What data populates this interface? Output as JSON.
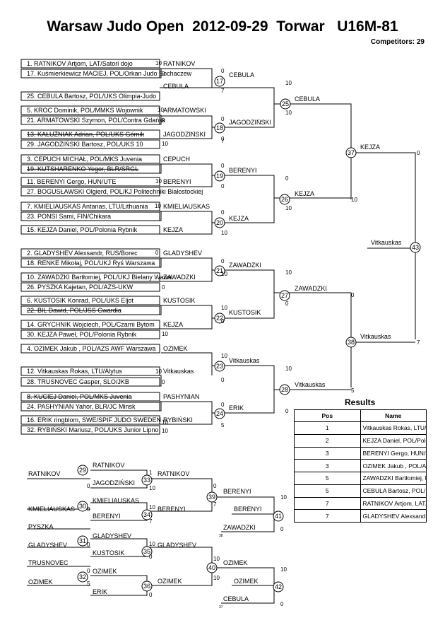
{
  "header": {
    "title": "Warsaw Judo Open  2012-09-29  Torwar   U16M-81",
    "competitors": "Competitors: 29"
  },
  "entries": [
    "1. RATNIKOV Artjom, LAT/Satori dojo",
    "17. Kuśmierkiewicz MACIEJ, POL/Orkan Judo Sochaczew",
    "25. CEBULA Bartosz, POL/UKS Olimpia-Judo",
    "5. KROC Dominik, POL/MMKS Wojownik",
    "21. ARMATOWSKI  Szymon, POL/Contra Gdańsk",
    "13. KAŁUŻNIAK Adrian, POL/UKS Górnik",
    "29. JAGODZIŃSKI Bartosz, POL/UKS 10",
    "3. CEPUCH MICHAŁ, POL/MKS Juvenia",
    "19. KUTSHARENKO Yegor, BLR/SRGL",
    "11. BERENYI  Gergo, HUN/UTE",
    "27. BOGUSŁAWSKI Olgierd, POL/KJ Politechniki Białostockiej",
    "7. KMIELIAUSKAS Antanas, LTU/Lithuania",
    "23. PONSI Sami, FIN/Chikara",
    "15. KEJZA Daniel, POL/Polonia Rybnik",
    "2. GLADYSHEV Alexsandr, RUS/Borec",
    "18. RENKE Mikołaj, POL/UKJ Ryś Warszawa",
    "10. ZAWADZKI Bartłomiej, POL/UKJ Bielany Wawa",
    "26. PYSZKA Kajetan, POL/AZS-UKW",
    "6. KUSTOSIK Konrad, POL/UKS Eljot",
    "22. BIL Dawid, POL/JSS Gwardia",
    "14. GRYCHNIK Wojciech, POL/Czarni Bytom",
    "30. KEJZA Paweł, POL/Polonia Rybnik",
    "4. OZIMEK  Jakub , POL/AZS AWF Warszawa",
    "12. Vitkauskas Rokas, LTU/Alytus",
    "28. TRUSNOVEC Gasper, SLO/JKB",
    "8. KUCIEJ Daniel, POL/MKS Juvenia",
    "24. PASHYNIAN Yahor, BLR/JC Minsk",
    "16. ERIK ringblom, SWE/SPIF JUDO SWEDEN",
    "32. RYBIŃSKI Mariusz, POL/UKS Junior Lipno"
  ],
  "names": [
    "RATNIKOV",
    "CEBULA",
    "CEBULA",
    "ARMATOWSKI",
    "JAGODZIŃSKI",
    "JAGODZIŃSKI",
    "CEBULA",
    "KEJZA",
    "CEPUCH",
    "BERENYI",
    "BERENYI",
    "KMIELIAUSKAS",
    "KEJZA",
    "KEJZA",
    "GLADYSHEV",
    "ZAWADZKI",
    "ZAWADZKI",
    "ZAWADZKI",
    "KUSTOSIK",
    "KUSTOSIK",
    "KEJZA",
    "OZIMEK",
    "Vitkauskas",
    "Vitkauskas",
    "Vitkauskas",
    "PASHYNIAN",
    "ERIK",
    "RYBIŃSKI",
    "ERIK",
    "Vitkauskas",
    "Vitkauskas",
    "RATNIKOV",
    "JAGODZIŃSKI",
    "RATNIKOV",
    "KMIELIAUSKAS",
    "BERENYI",
    "BERENYI",
    "BERENYI",
    "BERENYI",
    "ZAWADZKI",
    "PYSZKA",
    "GLADYSHEV",
    "GLADYSHEV",
    "KUSTOSIK",
    "GLADYSHEV",
    "TRUSNOVEC",
    "OZIMEK",
    "OZIMEK",
    "ERIK",
    "OZIMEK",
    "OZIMEK",
    "OZIMEK",
    "CEBULA"
  ],
  "matches": [
    "17",
    "25",
    "18",
    "37",
    "19",
    "26",
    "20",
    "43",
    "21",
    "27",
    "22",
    "38",
    "23",
    "28",
    "24",
    "29",
    "33",
    "39",
    "30",
    "34",
    "41",
    "31",
    "35",
    "40",
    "32",
    "36",
    "42"
  ],
  "scores": [
    "10",
    "0",
    "0",
    "10",
    "7",
    "10",
    "0",
    "0",
    "10",
    "0",
    "7",
    "0",
    "10",
    "10",
    "10",
    "0",
    "0",
    "10",
    "10",
    "0",
    "10",
    "10",
    "0",
    "0",
    "10",
    "10",
    "0",
    "10",
    "0",
    "0",
    "10",
    "0",
    "10",
    "10",
    "0",
    "0",
    "5",
    "10",
    "10",
    "0",
    "0",
    "5",
    "10",
    "0",
    "7",
    "10",
    "0",
    "10",
    "0",
    "10",
    "5",
    "0",
    "10",
    "0",
    "10",
    "10",
    "5",
    "1",
    "0",
    "10",
    "0",
    "7",
    "0",
    "10",
    "7",
    "10",
    "0",
    "0",
    "0",
    "10",
    "0",
    "10",
    "10",
    "0",
    "5",
    "0",
    "10",
    "0",
    "0",
    "10",
    "0",
    "5",
    "10",
    "0"
  ],
  "small_notes": [
    "38",
    "37"
  ],
  "results": {
    "title": "Results",
    "headers": [
      "Pos",
      "Name"
    ],
    "rows": [
      {
        "pos": "1",
        "name": "Vitkauskas Rokas, LTU/Alytus"
      },
      {
        "pos": "2",
        "name": "KEJZA Daniel, POL/Polonia Rybnik"
      },
      {
        "pos": "3",
        "name": "BERENYI  Gergo, HUN/UTE"
      },
      {
        "pos": "3",
        "name": "OZIMEK  Jakub , POL/AZS AWF Warszawa"
      },
      {
        "pos": "5",
        "name": "ZAWADZKI Bartłomiej, POL/UKJ Bielany Wawa"
      },
      {
        "pos": "5",
        "name": "CEBULA Bartosz, POL/UKS Olimpia-Judo"
      },
      {
        "pos": "7",
        "name": "RATNIKOV Artjom, LAT/Satori dojo"
      },
      {
        "pos": "7",
        "name": "GLADYSHEV Alexsandr, RUS/Borec"
      }
    ]
  },
  "colors": {
    "line": "#000000",
    "background": "#ffffff"
  }
}
